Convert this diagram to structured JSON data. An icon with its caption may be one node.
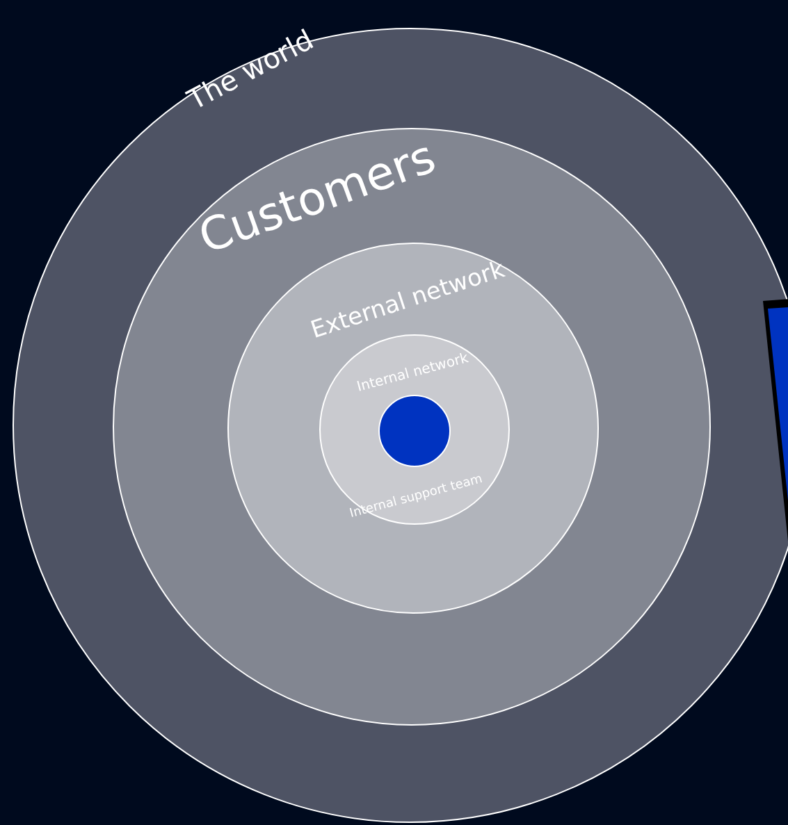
{
  "diagram": {
    "nodes": [
      {
        "text": [
          "The world"
        ]
      },
      {
        "text": [
          "Customers"
        ],
        "in": 0
      },
      {
        "text": [
          "External network"
        ],
        "in": 1
      },
      {
        "text": [
          "Internal network",
          "Internal support team"
        ],
        "in": 2
      },
      {
        "text": [],
        "shape": "circle",
        "in": 3
      },
      {
        "text": [],
        "shape": "box",
        "in": 0
      }
    ]
  }
}
